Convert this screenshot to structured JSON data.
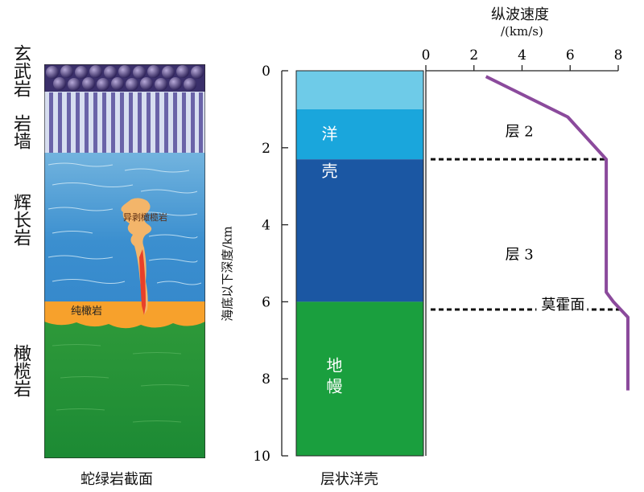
{
  "ophiolite": {
    "caption": "蛇绿岩截面",
    "layers": {
      "basalt": "玄武岩",
      "dike": "岩墙",
      "gabbro": "辉长岩",
      "olivine": "橄榄岩"
    },
    "annotations": {
      "ex_peridotite": "异剥橄榄岩",
      "dunite": "纯橄岩"
    }
  },
  "crust": {
    "caption": "层状洋壳",
    "labels": {
      "ocean_crust": "洋壳",
      "mantle": "地幔"
    },
    "bands": [
      {
        "top": 0,
        "bottom": 1,
        "color": "#6ecbe8"
      },
      {
        "top": 1,
        "bottom": 2.3,
        "color": "#1aa6dc"
      },
      {
        "top": 2.3,
        "bottom": 6,
        "color": "#1b57a3"
      },
      {
        "top": 6,
        "bottom": 10,
        "color": "#1a9f3e"
      }
    ]
  },
  "chart_data": {
    "type": "line",
    "title": "纵波速度",
    "title_unit": "/(km/s)",
    "ylabel": "海底以下深度/km",
    "xlim": [
      0,
      8
    ],
    "ylim": [
      0,
      10
    ],
    "x_ticks": [
      0,
      2,
      4,
      6,
      8
    ],
    "y_ticks": [
      0,
      2,
      4,
      6,
      8,
      10
    ],
    "series": [
      {
        "color": "#8b4a9c",
        "points": [
          {
            "v": 2.5,
            "depth": 0.15
          },
          {
            "v": 5.9,
            "depth": 1.2
          },
          {
            "v": 7.5,
            "depth": 2.3
          },
          {
            "v": 7.5,
            "depth": 5.75
          },
          {
            "v": 7.8,
            "depth": 6.0
          },
          {
            "v": 8.4,
            "depth": 6.4
          },
          {
            "v": 8.4,
            "depth": 8.3
          }
        ]
      }
    ],
    "annotations": [
      {
        "text": "层 2",
        "v": 3.3,
        "depth": 1.7
      },
      {
        "text": "层 3",
        "v": 3.3,
        "depth": 4.9
      },
      {
        "text": "莫霍面",
        "v": 4.8,
        "depth": 6.2
      }
    ],
    "boundaries": [
      {
        "depth": 2.3,
        "v_from": 0.2,
        "v_to": 7.5
      },
      {
        "depth": 6.2,
        "v_from": 0.2,
        "v_to": 8.2
      }
    ]
  }
}
